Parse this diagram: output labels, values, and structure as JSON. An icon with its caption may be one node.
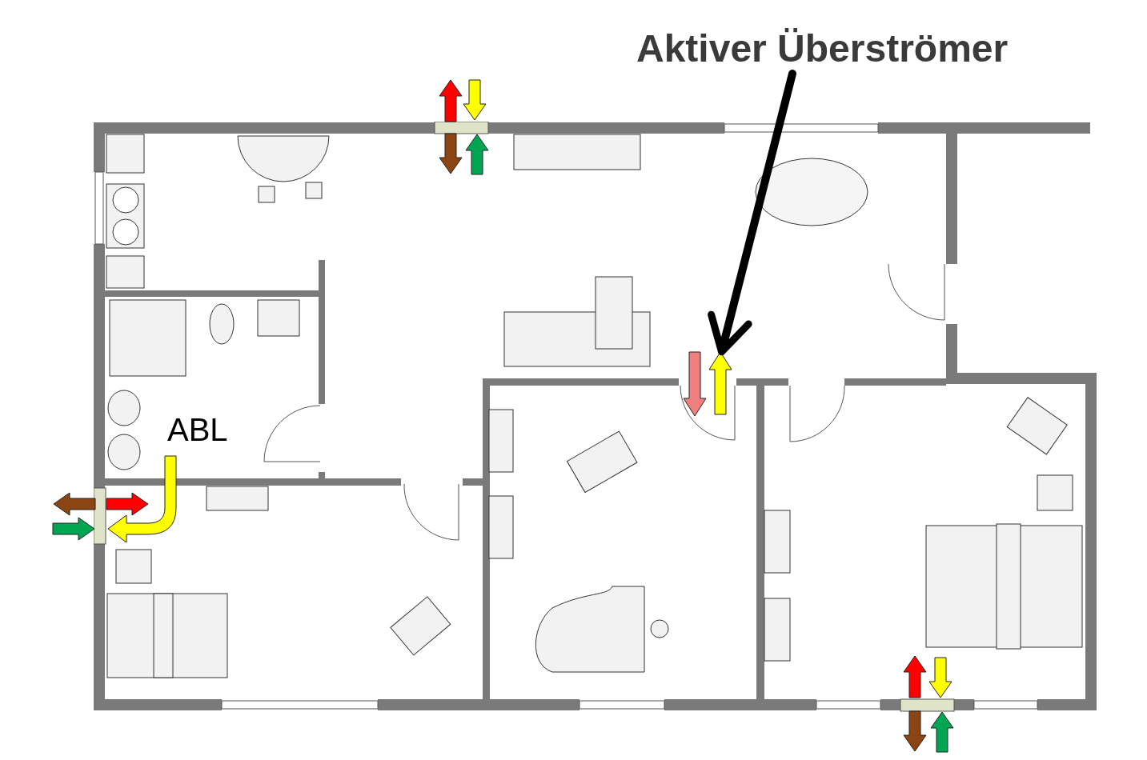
{
  "diagram": {
    "nodes": [
      {
        "text": [
          "Aktiver Überströmer"
        ]
      },
      {
        "text": [],
        "shape": "picture"
      }
    ],
    "edges": [
      {
        "from": 0,
        "to": 1,
        "arrow": "to"
      }
    ],
    "labels": [
      "ABL"
    ]
  }
}
